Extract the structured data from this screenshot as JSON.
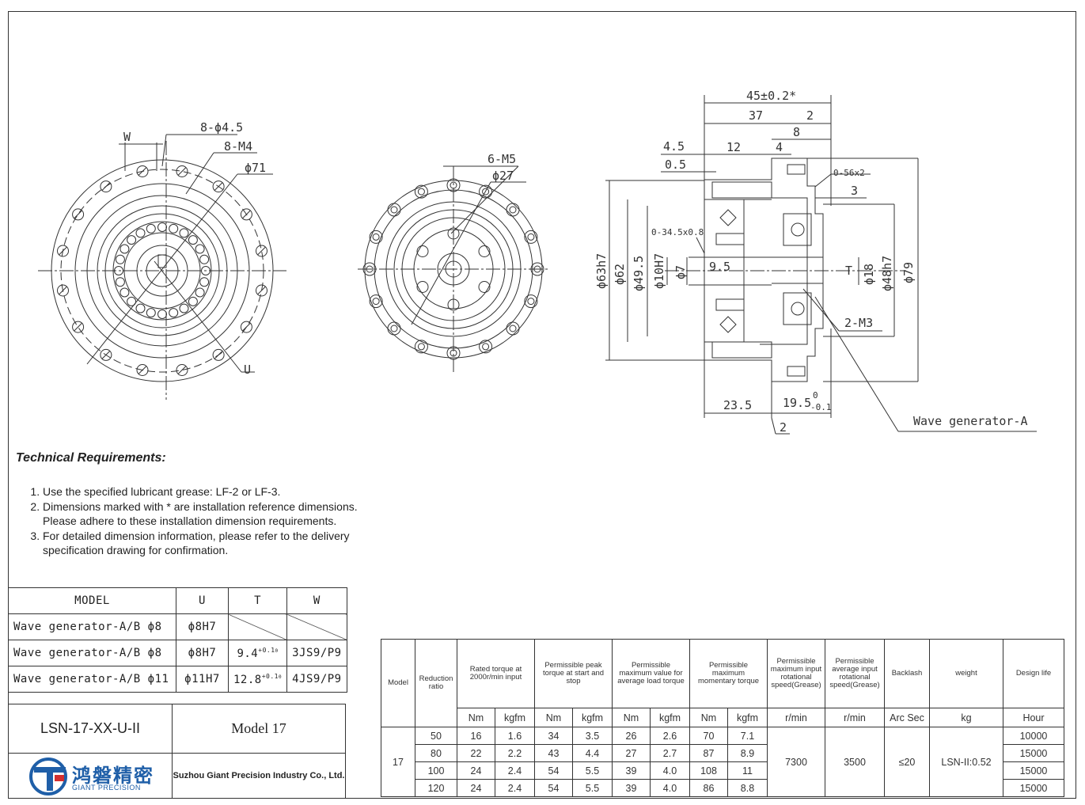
{
  "drawing": {
    "front_view": {
      "labels": [
        "W",
        "8-ϕ4.5",
        "8-M4",
        "ϕ71",
        "U"
      ]
    },
    "rear_view": {
      "labels": [
        "6-M5",
        "ϕ27"
      ]
    },
    "section_view": {
      "top_dims": [
        "45±0.2*",
        "37",
        "2",
        "8",
        "4.5",
        "12",
        "4",
        "0.5",
        "0-56x2",
        "3"
      ],
      "left_dims": [
        "ϕ63h7",
        "ϕ62",
        "ϕ49.5",
        "ϕ10H7",
        "ϕ7"
      ],
      "inner_dims": [
        "0-34.5x0.8",
        "9.5",
        "T"
      ],
      "right_dims": [
        "ϕ18",
        "ϕ48h7",
        "ϕ79"
      ],
      "bottom_dims": [
        "23.5",
        "19.5",
        "0",
        "-0.1",
        "2"
      ],
      "callouts": [
        "2-M3",
        "Wave generator-A"
      ]
    }
  },
  "technical_requirements": {
    "title": "Technical Requirements:",
    "items": [
      "Use the specified lubricant grease: LF-2 or LF-3.",
      "Dimensions marked with * are installation reference dimensions. Please adhere to these installation dimension requirements.",
      "For detailed dimension information, please refer to the delivery specification drawing for confirmation."
    ]
  },
  "model_table": {
    "headers": [
      "MODEL",
      "U",
      "T",
      "W"
    ],
    "rows": [
      {
        "model": "Wave generator-A/B ϕ8",
        "u": "ϕ8H7",
        "t": "",
        "t_tol_upper": "",
        "t_tol_lower": "",
        "w": ""
      },
      {
        "model": "Wave generator-A/B ϕ8",
        "u": "ϕ8H7",
        "t": "9.4",
        "t_tol_upper": "+0.1",
        "t_tol_lower": "0",
        "w": "3JS9/P9"
      },
      {
        "model": "Wave generator-A/B ϕ11",
        "u": "ϕ11H7",
        "t": "12.8",
        "t_tol_upper": "+0.1",
        "t_tol_lower": "0",
        "w": "4JS9/P9"
      }
    ]
  },
  "title_block": {
    "part_number": "LSN-17-XX-U-II",
    "model_label": "Model 17",
    "company": "Suzhou Giant Precision Industry Co., Ltd.",
    "logo_cn": "鸿磐精密",
    "logo_en": "GIANT PRECISION",
    "logo_color": "#1f5fa8",
    "logo_accent": "#d32f2f"
  },
  "spec_table": {
    "headers": {
      "model": "Model",
      "ratio": "Reduction ratio",
      "rated": "Rated torque at 2000r/min input",
      "peak": "Permissible peak torque at start and stop",
      "avg_load": "Permissible maximum value for average load torque",
      "momentary": "Permissible maximum momentary torque",
      "max_speed": "Permissible maximum input rotational speed(Grease)",
      "avg_speed": "Permissible average input rotational speed(Grease)",
      "backlash": "Backlash",
      "weight": "weight",
      "life": "Design life"
    },
    "units": [
      "Nm",
      "kgfm",
      "Nm",
      "kgfm",
      "Nm",
      "kgfm",
      "Nm",
      "kgfm",
      "r/min",
      "r/min",
      "Arc Sec",
      "kg",
      "Hour"
    ],
    "model": "17",
    "max_speed": "7300",
    "avg_speed": "3500",
    "backlash": "≤20",
    "weight": "LSN-II:0.52",
    "rows": [
      {
        "ratio": "50",
        "rated_nm": "16",
        "rated_kgfm": "1.6",
        "peak_nm": "34",
        "peak_kgfm": "3.5",
        "avg_nm": "26",
        "avg_kgfm": "2.6",
        "mom_nm": "70",
        "mom_kgfm": "7.1",
        "life": "10000"
      },
      {
        "ratio": "80",
        "rated_nm": "22",
        "rated_kgfm": "2.2",
        "peak_nm": "43",
        "peak_kgfm": "4.4",
        "avg_nm": "27",
        "avg_kgfm": "2.7",
        "mom_nm": "87",
        "mom_kgfm": "8.9",
        "life": "15000"
      },
      {
        "ratio": "100",
        "rated_nm": "24",
        "rated_kgfm": "2.4",
        "peak_nm": "54",
        "peak_kgfm": "5.5",
        "avg_nm": "39",
        "avg_kgfm": "4.0",
        "mom_nm": "108",
        "mom_kgfm": "11",
        "life": "15000"
      },
      {
        "ratio": "120",
        "rated_nm": "24",
        "rated_kgfm": "2.4",
        "peak_nm": "54",
        "peak_kgfm": "5.5",
        "avg_nm": "39",
        "avg_kgfm": "4.0",
        "mom_nm": "86",
        "mom_kgfm": "8.8",
        "life": "15000"
      }
    ]
  }
}
